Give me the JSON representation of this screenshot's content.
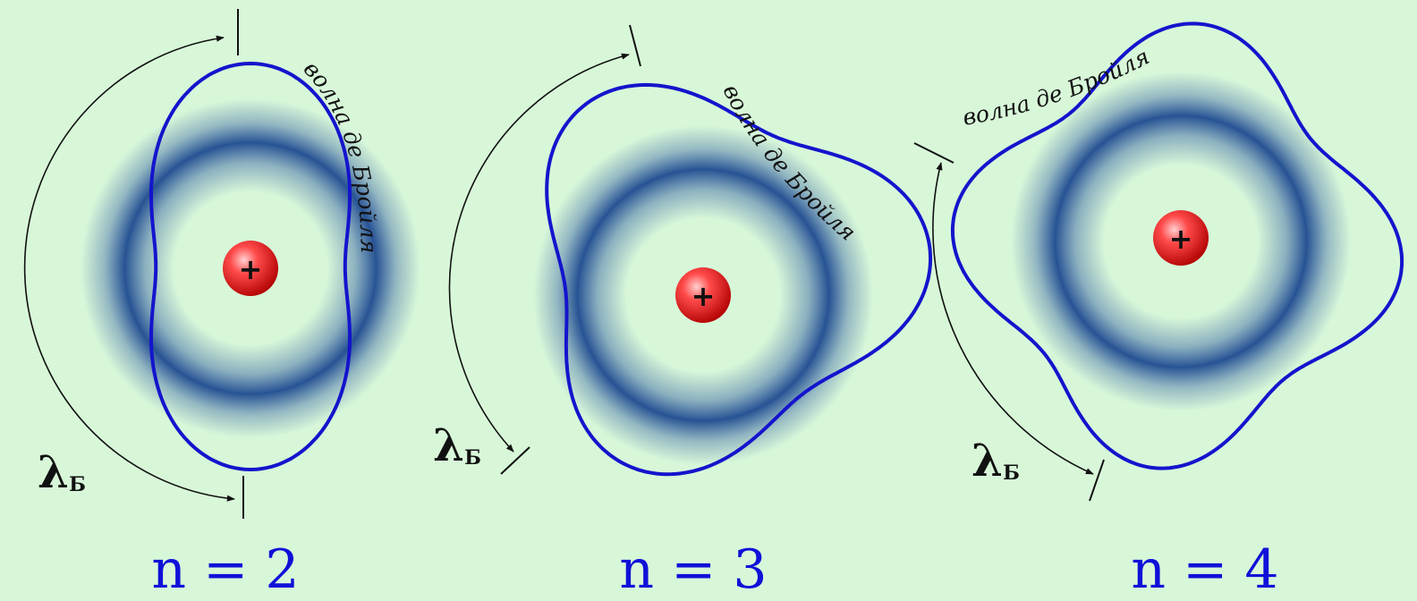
{
  "panels": [
    {
      "n_label": "n = 2",
      "wave_label": "волна де Бройля",
      "lambda": "λ",
      "lambda_sub": "Б",
      "nucleus_sign": "+"
    },
    {
      "n_label": "n = 3",
      "wave_label": "волна де Бройля",
      "lambda": "λ",
      "lambda_sub": "Б",
      "nucleus_sign": "+"
    },
    {
      "n_label": "n = 4",
      "wave_label": "волна де Бройля",
      "lambda": "λ",
      "lambda_sub": "Б",
      "nucleus_sign": "+"
    }
  ],
  "colors": {
    "background": "#d8f7d9",
    "wave": "#1414cc",
    "orbital_cloud": "#2e5aa0",
    "nucleus": "#e02020",
    "n_label": "#1010d8"
  }
}
